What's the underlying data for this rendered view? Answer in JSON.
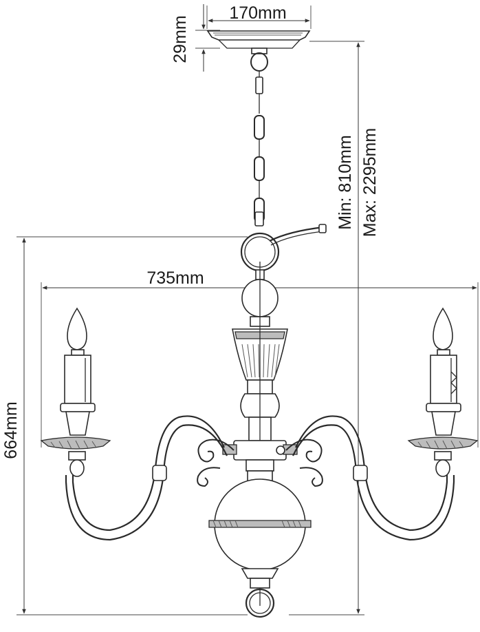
{
  "dimensions": {
    "canopy_width": "170mm",
    "canopy_height": "29mm",
    "overall_width": "735mm",
    "body_height": "664mm",
    "drop_min": "Min: 810mm",
    "drop_max": "Max: 2295mm"
  }
}
